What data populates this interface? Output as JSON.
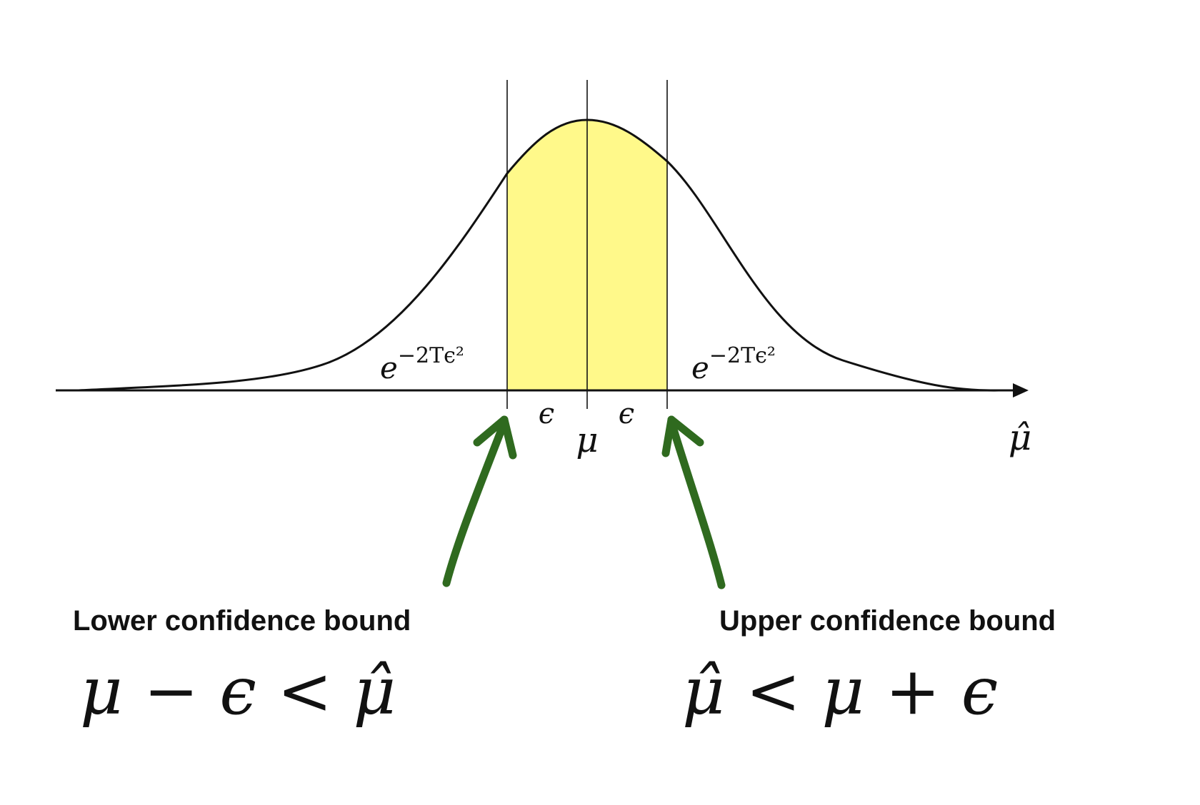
{
  "diagram": {
    "tail_left": "e",
    "tail_left_exp": "−2Tϵ²",
    "tail_right": "e",
    "tail_right_exp": "−2Tϵ²",
    "epsilon_left": "ϵ",
    "epsilon_right": "ϵ",
    "mu": "μ",
    "axis_label": "μ̂",
    "lower_title": "Lower confidence bound",
    "upper_title": "Upper confidence bound",
    "lower_formula": "μ − ϵ < μ̂",
    "upper_formula": "μ̂ < μ + ϵ"
  },
  "colors": {
    "region_fill": "#fff98a",
    "curve": "#111111",
    "arrow": "#2f6a1f"
  }
}
